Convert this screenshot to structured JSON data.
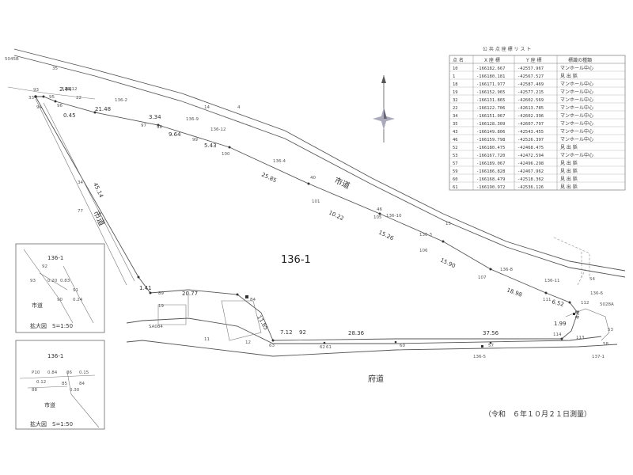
{
  "title": "136-1",
  "roads": {
    "city_road": "市道",
    "prefectural_road": "府道"
  },
  "survey_date": "（令和　６年１０月２１日測量）",
  "benchmarks": {
    "top_left": "5045B",
    "right": "5028A",
    "bottom": "SA084"
  },
  "distances": [
    "2.44",
    "21.48",
    "3.34",
    "9.64",
    "5.43",
    "25.85",
    "10.22",
    "15.26",
    "15.90",
    "18.98",
    "6.52",
    "0.45",
    "45.14",
    "20.77",
    "11.85",
    "7.12",
    "92",
    "28.36",
    "37.56",
    "1.99",
    "4.8",
    "1.41"
  ],
  "points": [
    "33",
    "93",
    "94",
    "95",
    "96",
    "97",
    "98",
    "99",
    "100",
    "101",
    "105",
    "106",
    "107",
    "111",
    "112",
    "113",
    "114",
    "40",
    "46",
    "15",
    "54",
    "53",
    "58",
    "57",
    "62",
    "63",
    "61",
    "60",
    "89",
    "19",
    "35",
    "84",
    "34",
    "77",
    "22",
    "14",
    "4",
    "11",
    "12"
  ],
  "parcel_tags": [
    "136-12",
    "136-2",
    "136-9",
    "136-12",
    "136-4",
    "136-10",
    "136-3",
    "136-8",
    "136-11",
    "136-6",
    "136-5",
    "137-1"
  ],
  "table": {
    "title": "公 共 点 座 標 リ ス ト",
    "headers": [
      "点 名",
      "X 座 標",
      "Y 座 標",
      "標識の種類"
    ],
    "rows": [
      [
        "10",
        "-166182.667",
        "-42557.967",
        "マンホール中心"
      ],
      [
        "1",
        "-166180.181",
        "-42567.527",
        "見 出 鋲"
      ],
      [
        "18",
        "-166171.977",
        "-42587.469",
        "マンホール中心"
      ],
      [
        "19",
        "-166152.965",
        "-42577.215",
        "マンホール中心"
      ],
      [
        "32",
        "-166131.865",
        "-42602.569",
        "マンホール中心"
      ],
      [
        "22",
        "-166122.706",
        "-42613.785",
        "マンホール中心"
      ],
      [
        "34",
        "-166151.067",
        "-42602.396",
        "マンホール中心"
      ],
      [
        "35",
        "-166128.309",
        "-42607.797",
        "マンホール中心"
      ],
      [
        "43",
        "-166149.806",
        "-42543.455",
        "マンホール中心"
      ],
      [
        "46",
        "-166159.798",
        "-42526.397",
        "マンホール中心"
      ],
      [
        "52",
        "-166180.475",
        "-42468.475",
        "見 出 鋲"
      ],
      [
        "53",
        "-166167.720",
        "-42472.594",
        "マンホール中心"
      ],
      [
        "57",
        "-166189.067",
        "-42496.298",
        "見 出 鋲"
      ],
      [
        "59",
        "-166186.828",
        "-42467.962",
        "見 出 鋲"
      ],
      [
        "60",
        "-166168.479",
        "-42518.362",
        "見 出 鋲"
      ],
      [
        "61",
        "-166190.972",
        "-42536.126",
        "見 出 鋲"
      ]
    ]
  },
  "insets": [
    {
      "title": "136-1",
      "road": "市道",
      "scale": "拡大図　S=1:50",
      "labels": [
        "92",
        "93",
        "0.20",
        "0.83",
        "91",
        "90",
        "0.24"
      ]
    },
    {
      "title": "136-1",
      "road": "市道",
      "scale": "拡大図　S=1:50",
      "labels": [
        "P10",
        "0.84",
        "86",
        "0.15",
        "0.12",
        "85",
        "84",
        "88",
        "0.30"
      ]
    }
  ],
  "icons": [
    "north-arrow-icon"
  ]
}
